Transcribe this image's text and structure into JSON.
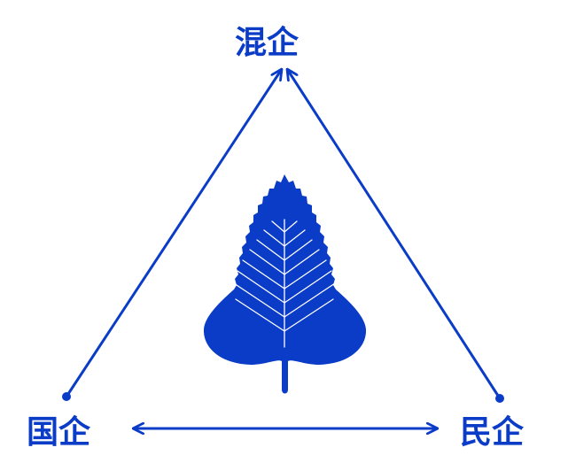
{
  "diagram": {
    "nodes": {
      "top": {
        "label": "混企"
      },
      "left": {
        "label": "国企"
      },
      "right": {
        "label": "民企"
      }
    },
    "edges": [
      {
        "from": "left",
        "to": "top",
        "direction": "to-top"
      },
      {
        "from": "right",
        "to": "top",
        "direction": "to-top"
      },
      {
        "from": "left",
        "to": "right",
        "direction": "bidirectional"
      }
    ],
    "center_icon": "leaf-icon"
  },
  "colors": {
    "primary": "#0a3cc8",
    "leaf_vein": "#ffffff"
  }
}
